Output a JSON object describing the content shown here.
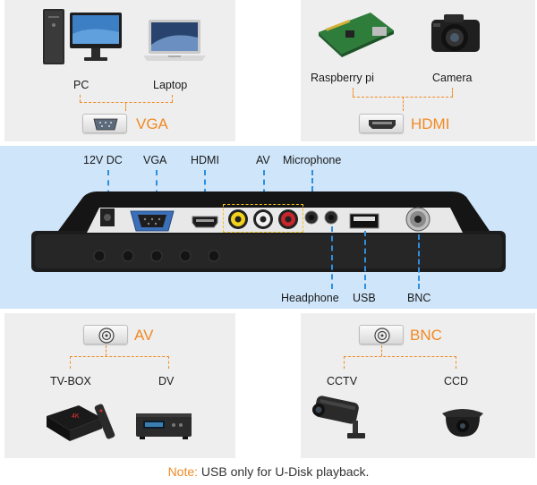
{
  "vga_panel": {
    "device_left": "PC",
    "device_right": "Laptop",
    "port_label": "VGA"
  },
  "hdmi_panel": {
    "device_left": "Raspberry pi",
    "device_right": "Camera",
    "port_label": "HDMI"
  },
  "monitor_ports": {
    "top": [
      "12V DC",
      "VGA",
      "HDMI",
      "AV",
      "Microphone"
    ],
    "bottom": [
      "Headphone",
      "USB",
      "BNC"
    ]
  },
  "av_panel": {
    "port_label": "AV",
    "device_left": "TV-BOX",
    "device_right": "DV"
  },
  "bnc_panel": {
    "port_label": "BNC",
    "device_left": "CCTV",
    "device_right": "CCD"
  },
  "note": {
    "prefix": "Note:",
    "text": " USB only for U-Disk playback."
  },
  "colors": {
    "accent": "#f08a24",
    "band": "#cfe5fa",
    "leader": "#2d8fe0",
    "panel": "#eeeeee"
  }
}
